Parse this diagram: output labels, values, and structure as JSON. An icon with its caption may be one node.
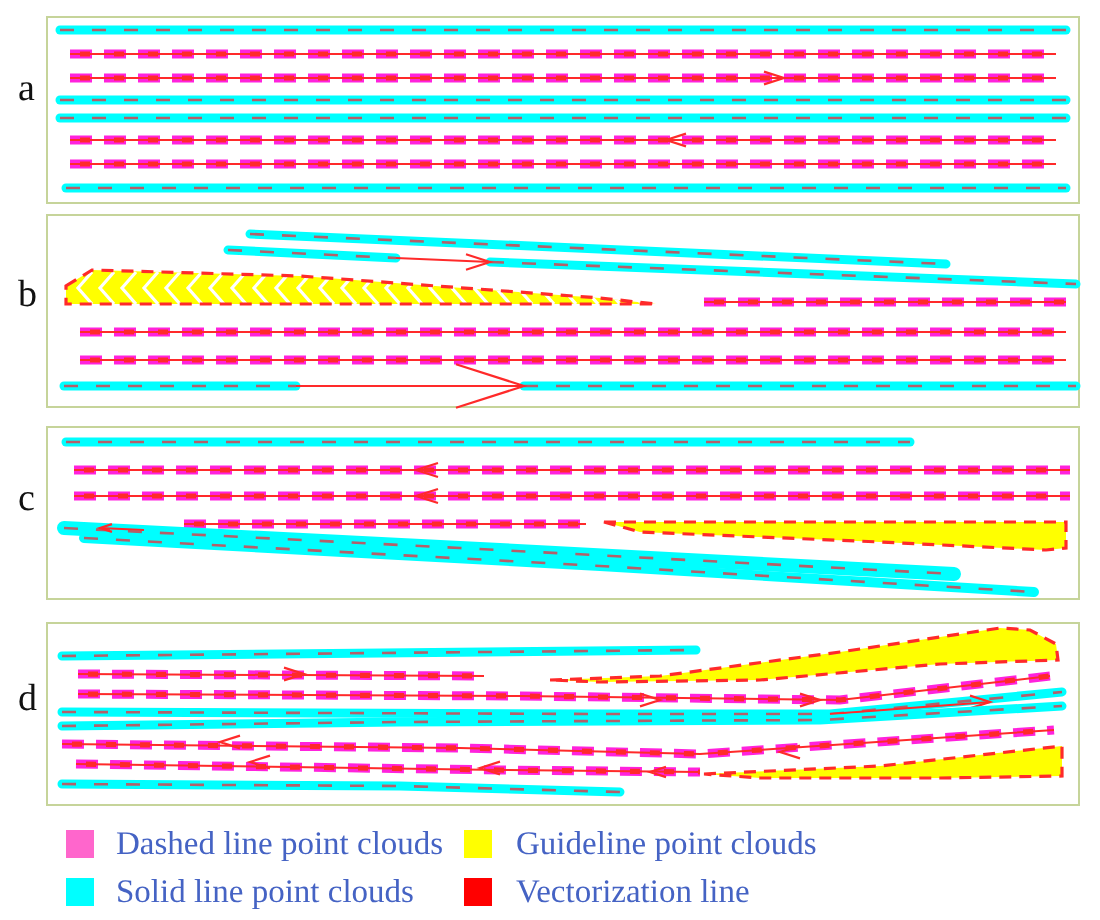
{
  "diagram": {
    "labels": [
      "a",
      "b",
      "c",
      "d"
    ],
    "legend": [
      {
        "text": "Dashed line point clouds",
        "color": "#ff66cc"
      },
      {
        "text": "Guideline point clouds",
        "color": "#ffff00"
      },
      {
        "text": "Solid line point clouds",
        "color": "#00ffff"
      },
      {
        "text": "Vectorization line",
        "color": "#ff0000"
      }
    ]
  }
}
